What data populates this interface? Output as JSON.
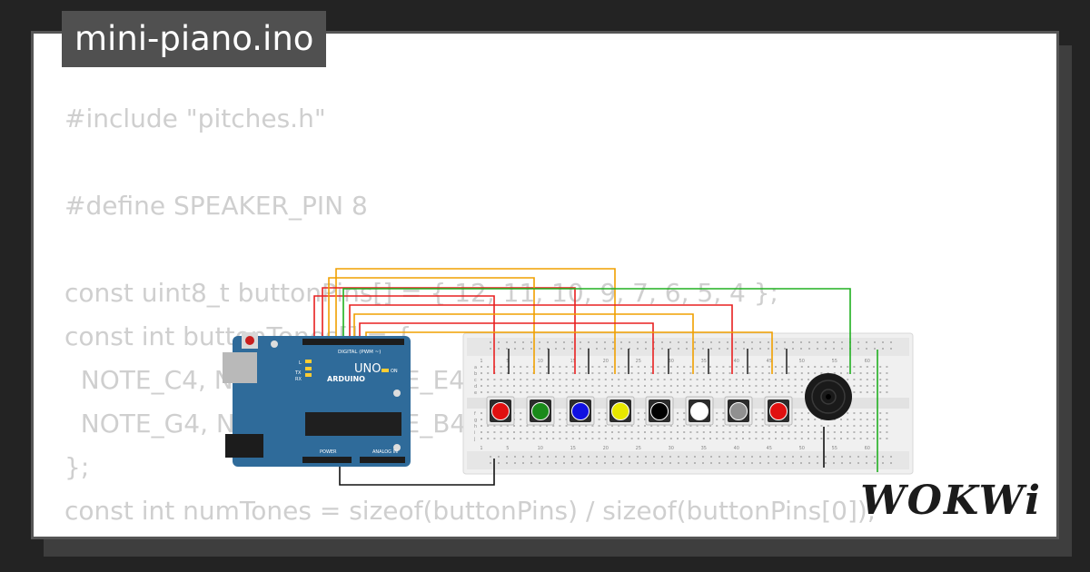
{
  "file": {
    "title": "mini-piano.ino"
  },
  "code": {
    "lines": [
      "#include \"pitches.h\"",
      "",
      "#define SPEAKER_PIN 8",
      "",
      "const uint8_t buttonPins[] = { 12, 11, 10, 9, 7, 6, 5, 4 };",
      "const int buttonTones[] = {",
      "  NOTE_C4, NOTE_D4, NOTE_E4, NOTE_F4,",
      "  NOTE_G4, NOTE_A4, NOTE_B4, NOTE_C5",
      "};",
      "const int numTones = sizeof(buttonPins) / sizeof(buttonPins[0]);"
    ]
  },
  "board": {
    "brand": "ARDUINO",
    "model": "UNO",
    "digital_header": "DIGITAL (PWM ~)",
    "power_header": "POWER",
    "analog_header": "ANALOG IN",
    "led_tx": "TX",
    "led_rx": "RX",
    "led_l": "L",
    "led_on": "ON",
    "color": "#2f6b9a"
  },
  "breadboard": {
    "columns": [
      "1",
      "5",
      "10",
      "15",
      "20",
      "25",
      "30",
      "35",
      "40",
      "45",
      "50",
      "55",
      "60"
    ],
    "rows_top": [
      "a",
      "b",
      "c",
      "d",
      "e"
    ],
    "rows_bottom": [
      "f",
      "g",
      "h",
      "i",
      "j"
    ]
  },
  "buttons": [
    {
      "color": "#e01010"
    },
    {
      "color": "#1a8a1a"
    },
    {
      "color": "#1010e0"
    },
    {
      "color": "#e8e800"
    },
    {
      "color": "#000000"
    },
    {
      "color": "#ffffff"
    },
    {
      "color": "#909090"
    },
    {
      "color": "#e01010"
    }
  ],
  "buzzer": {
    "color": "#1a1a1a"
  },
  "wires": [
    {
      "color": "#e82020"
    },
    {
      "color": "#f0a000"
    },
    {
      "color": "#e82020"
    },
    {
      "color": "#f0a000"
    },
    {
      "color": "#e82020"
    },
    {
      "color": "#f0a000"
    },
    {
      "color": "#e82020"
    },
    {
      "color": "#f0a000"
    },
    {
      "color": "#20b020"
    }
  ],
  "brand": {
    "logo": "WOKWi"
  }
}
